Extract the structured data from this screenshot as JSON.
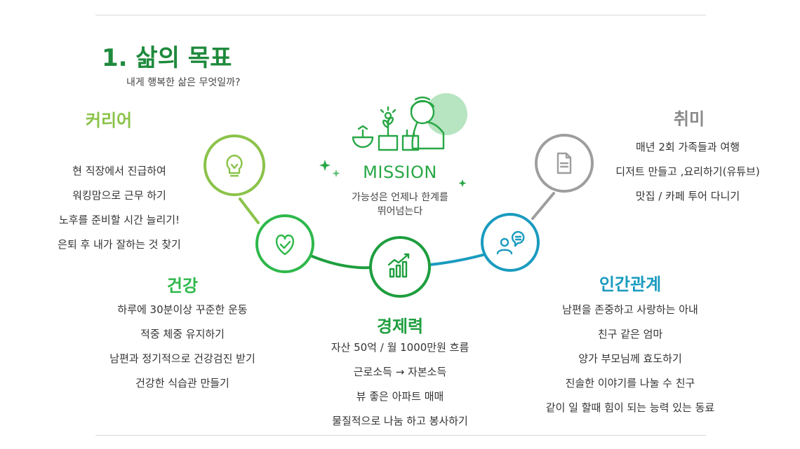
{
  "title": "1. 삶의 목표",
  "subtitle": "내게 행복한 삶은 무엇일까?",
  "mission": {
    "label": "MISSION",
    "desc_line1": "가능성은 언제나 한계를",
    "desc_line2": "뛰어넘는다"
  },
  "colors": {
    "career": "#8bc34a",
    "health": "#2eb84b",
    "economy": "#1e9e3e",
    "relations": "#1a9bbf",
    "hobby": "#9e9e9e",
    "title": "#1e8a3c"
  },
  "categories": {
    "career": {
      "title": "커리어",
      "icon": "lightbulb-icon",
      "items": [
        "현 직장에서 진급하여",
        "워킹맘으로 근무 하기",
        "노후를 준비할 시간 늘리기!",
        "은퇴 후 내가 잘하는 것 찾기"
      ]
    },
    "health": {
      "title": "건강",
      "icon": "heart-check-icon",
      "items": [
        "하루에 30분이상 꾸준한 운동",
        "적중 체중 유지하기",
        "남편과 정기적으로 건강검진 받기",
        "건강한 식습관 만들기"
      ]
    },
    "economy": {
      "title": "경제력",
      "icon": "growth-chart-icon",
      "items": [
        "자산 50억  / 월 1000만원 흐름",
        "근로소득 → 자본소득",
        "뷰 좋은 아파트 매매",
        "물질적으로 나눔 하고 봉사하기"
      ]
    },
    "relations": {
      "title": "인간관계",
      "icon": "people-chat-icon",
      "items": [
        "남편을 존중하고 사랑하는 아내",
        "친구 같은 엄마",
        "양가 부모님께 효도하기",
        "진솔한 이야기를 나눌 수 친구",
        "같이 일 할때 힘이 되는 능력 있는 동료"
      ]
    },
    "hobby": {
      "title": "취미",
      "icon": "document-icon",
      "items": [
        "매년 2회 가족들과 여행",
        "디저트 만들고 ,요리하기(유튜브)",
        "맛집 / 카페 투어 다니기"
      ]
    }
  }
}
